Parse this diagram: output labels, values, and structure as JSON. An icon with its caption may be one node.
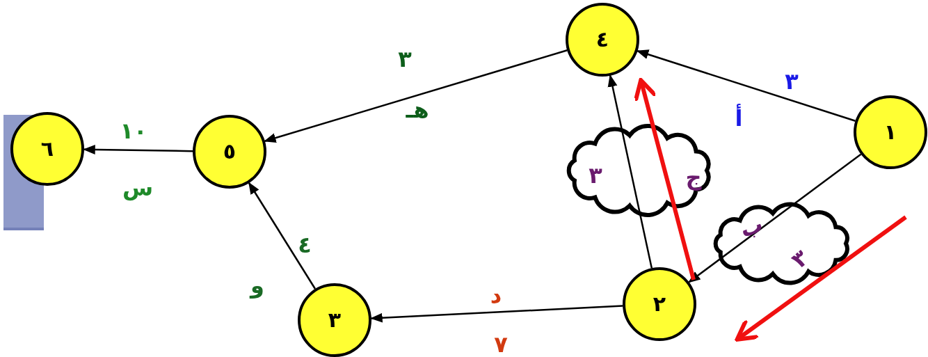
{
  "diagram": {
    "nodes": [
      {
        "text": [
          "١"
        ]
      },
      {
        "text": [
          "٢"
        ]
      },
      {
        "text": [
          "٣"
        ]
      },
      {
        "text": [
          "٤"
        ]
      },
      {
        "text": [
          "٥"
        ]
      },
      {
        "text": [
          "٦"
        ]
      }
    ],
    "edges": [
      {
        "from": 0,
        "to": 3,
        "arrow": "to",
        "label": "أ"
      },
      {
        "from": 3,
        "to": 4,
        "arrow": "to",
        "label": "هـ"
      },
      {
        "from": 4,
        "to": 5,
        "arrow": "to",
        "label": "س"
      },
      {
        "from": 2,
        "to": 4,
        "arrow": "to",
        "label": "و"
      },
      {
        "from": 1,
        "to": 2,
        "arrow": "to",
        "label": "د"
      },
      {
        "from": 1,
        "to": 3,
        "arrow": "to",
        "label": "ج"
      },
      {
        "from": 0,
        "to": 1,
        "arrow": "to",
        "label": "ب"
      }
    ],
    "labels": [
      "٣",
      "٣",
      "١٠",
      "٤",
      "٧",
      "٣",
      "٣"
    ]
  }
}
